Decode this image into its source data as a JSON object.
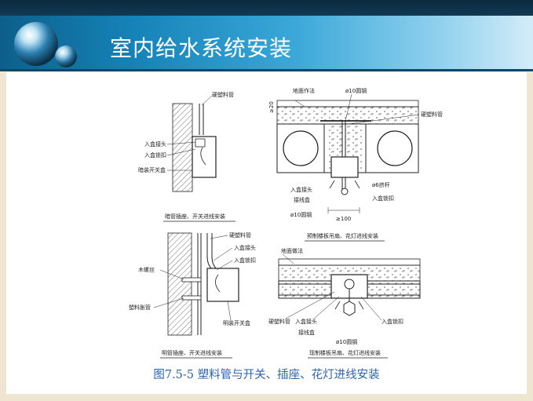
{
  "slide": {
    "title": "室内给水系统安装",
    "caption": "图7.5-5   塑料管与开关、插座、花灯进线安装"
  },
  "panels": {
    "top_left": {
      "caption": "暗管插座、开关进线安装",
      "labels": {
        "pipe": "硬塑料管",
        "box_joint": "入盒接头",
        "lock_nut": "入盒锁扣",
        "switch_box": "暗装开关盒"
      }
    },
    "top_right": {
      "caption": "预制楼板吊扇、花灯进线安装",
      "labels": {
        "floor_method": "地面作法",
        "steel_bar": "ø10圆钢",
        "pipe": "硬塑料管",
        "dim_20": "≥20",
        "box_joint": "入盒接头",
        "junction_box": "接线盒",
        "rod": "ø6挤杆",
        "lock_nut": "入盒锁扣",
        "steel_bar_2": "ø10圆钢",
        "dim_100": "≥100"
      }
    },
    "bottom_left": {
      "caption": "明管插座、开关进线安装",
      "labels": {
        "pipe": "硬塑料管",
        "box_joint": "入盒接头",
        "lock_nut": "入盒锁扣",
        "wood_screw": "木螺丝",
        "plastic_plug": "塑料胀管",
        "surface_box": "明装开关盒"
      }
    },
    "bottom_right": {
      "caption": "现制楼板吊扇、花灯进线安装",
      "labels": {
        "floor_method": "地面做法",
        "pipe": "硬塑料管",
        "box_joint": "入盒接头",
        "lock_nut": "入盒锁扣",
        "junction_box": "接线盒",
        "steel_bar": "ø10圆钢"
      }
    }
  },
  "colors": {
    "topbar": "#0b2a3e",
    "header_start": "#0d5f8a",
    "header_end": "#d3edf8",
    "background": "#efe6d2",
    "caption": "#2e64b0",
    "title": "#ffffff"
  }
}
